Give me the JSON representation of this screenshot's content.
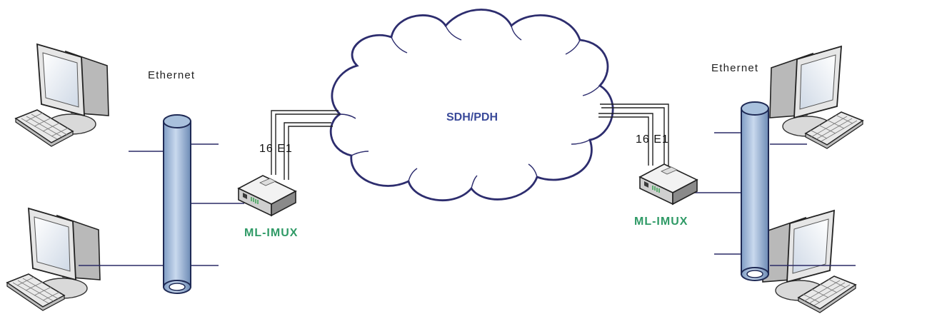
{
  "network": {
    "label": "SDH/PDH"
  },
  "left": {
    "bus_label": "Ethernet",
    "link_label": "16 E1",
    "device_label": "ML-IMUX"
  },
  "right": {
    "bus_label": "Ethernet",
    "link_label": "16 E1",
    "device_label": "ML-IMUX"
  },
  "colors": {
    "cloud_stroke": "#2d2d6e",
    "bus_fill": "#a9c1dd",
    "bus_stroke": "#1f2a55",
    "device_label": "#2f9a66",
    "network_label": "#3a4a9a"
  }
}
